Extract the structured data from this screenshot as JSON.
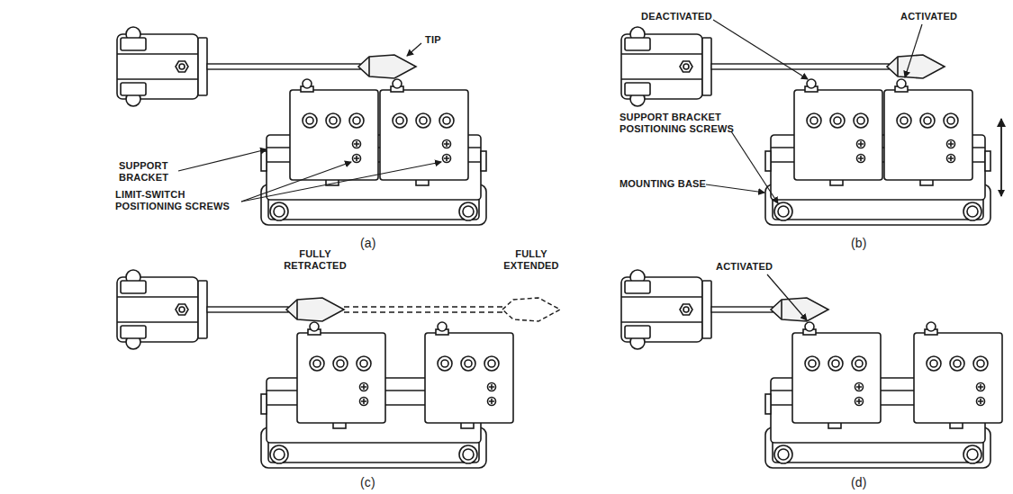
{
  "diagram": {
    "labels": [
      "TIP",
      "SUPPORT BRACKET",
      "LIMIT-SWITCH POSITIONING SCREWS",
      "(a)",
      "DEACTIVATED",
      "ACTIVATED",
      "SUPPORT BRACKET POSITIONING SCREWS",
      "MOUNTING BASE",
      "(b)",
      "FULLY RETRACTED",
      "FULLY EXTENDED",
      "(c)",
      "ACTIVATED",
      "(d)"
    ]
  }
}
